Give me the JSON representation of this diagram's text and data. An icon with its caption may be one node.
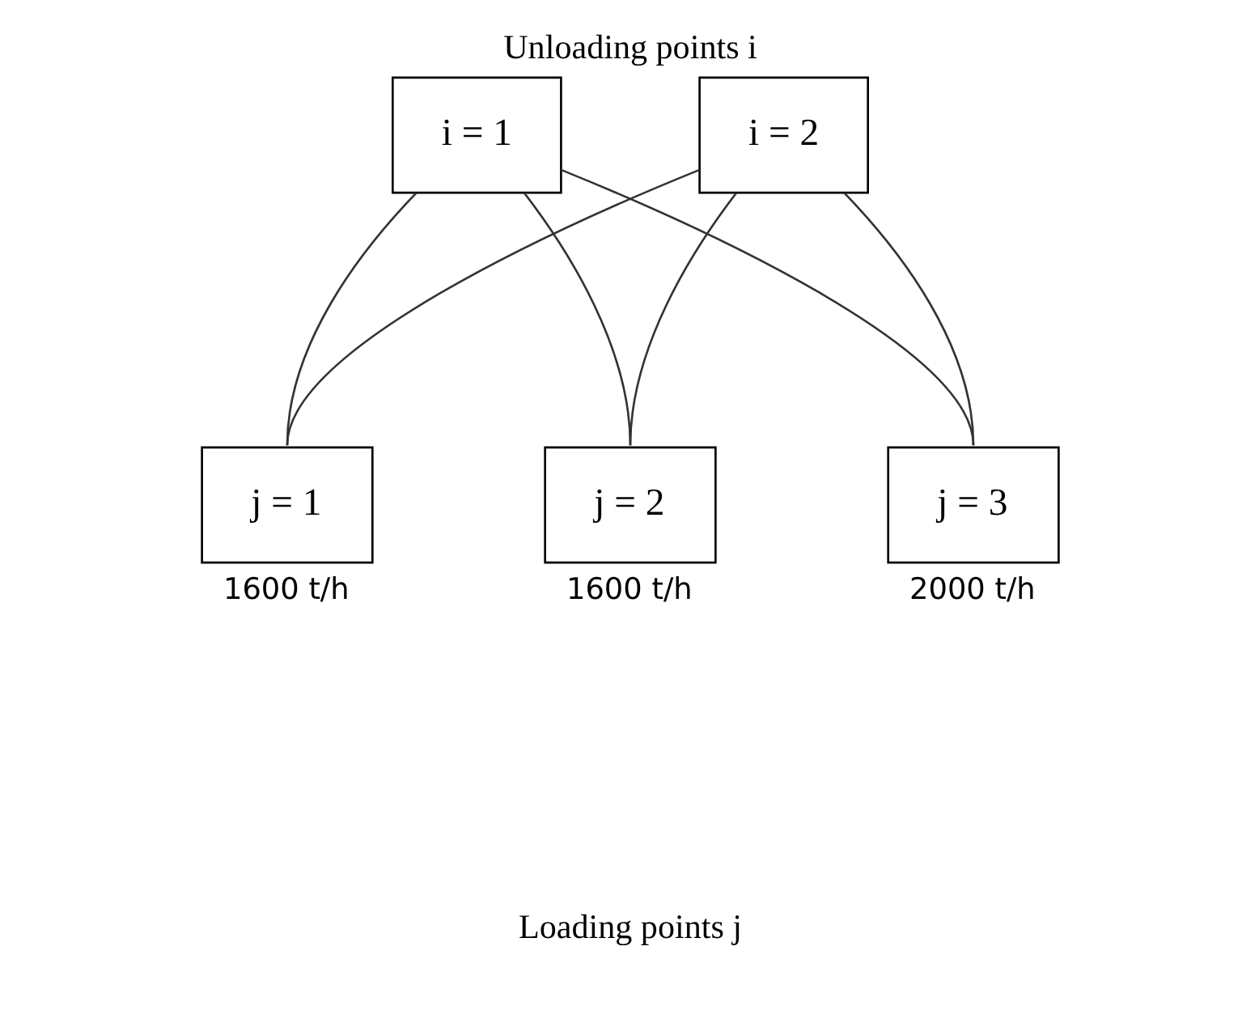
{
  "diagram": {
    "title": "Unloading points i",
    "caption": "Loading points j",
    "nodes": [
      {
        "text": [
          "i = 1"
        ]
      },
      {
        "text": [
          "i = 2"
        ]
      },
      {
        "text": [
          "j = 1"
        ],
        "beside": [
          "1600 t/h"
        ]
      },
      {
        "text": [
          "j = 2"
        ],
        "beside": [
          "1600 t/h"
        ]
      },
      {
        "text": [
          "j = 3"
        ],
        "beside": [
          "2000 t/h"
        ]
      }
    ],
    "edges": [
      {
        "from": 0,
        "to": 2,
        "arrow": "none"
      },
      {
        "from": 0,
        "to": 3,
        "arrow": "none"
      },
      {
        "from": 0,
        "to": 4,
        "arrow": "none"
      },
      {
        "from": 1,
        "to": 2,
        "arrow": "none"
      },
      {
        "from": 1,
        "to": 3,
        "arrow": "none"
      },
      {
        "from": 1,
        "to": 4,
        "arrow": "none"
      }
    ]
  }
}
